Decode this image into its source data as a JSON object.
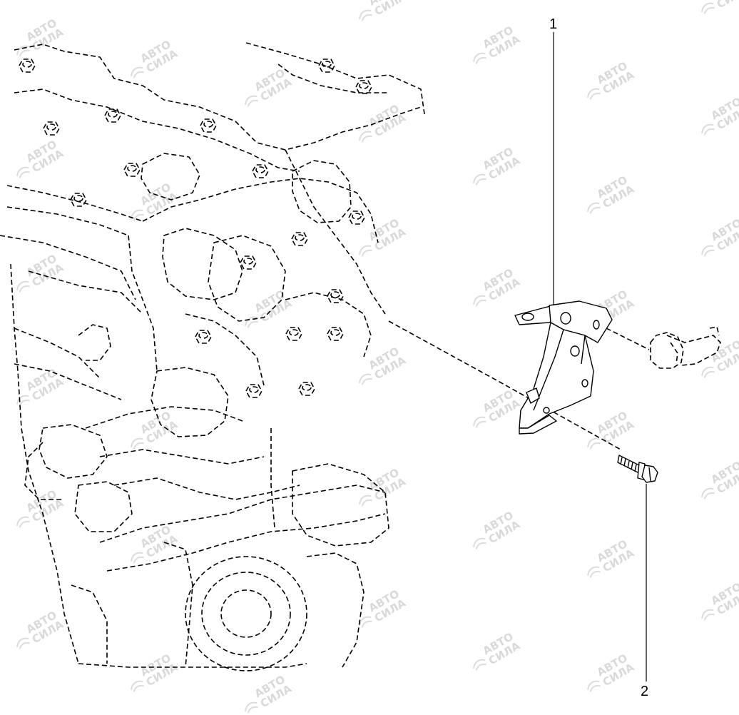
{
  "diagram": {
    "callouts": [
      {
        "id": "1",
        "label": "1"
      },
      {
        "id": "2",
        "label": "2"
      }
    ],
    "parts": [
      {
        "id": "1",
        "name": "bracket"
      },
      {
        "id": "2",
        "name": "bolt"
      }
    ],
    "watermark": {
      "line1": "АВТО",
      "line2": "СИЛА"
    }
  },
  "colors": {
    "line": "#000000",
    "background": "#ffffff",
    "watermark": "#d9d9d9"
  }
}
